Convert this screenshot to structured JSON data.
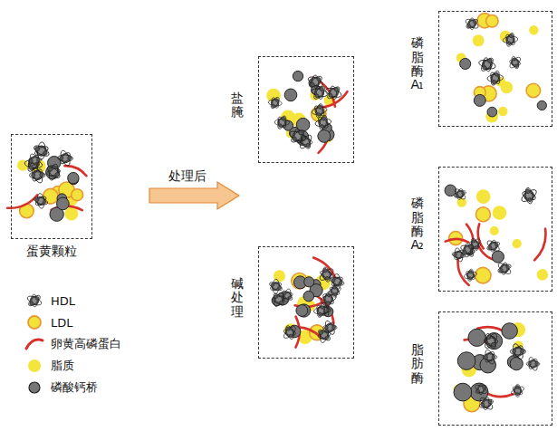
{
  "diagram": {
    "nodes": [
      {
        "text": [
          "蛋黄颗粒"
        ]
      },
      {
        "text": [
          "盐腌"
        ]
      },
      {
        "text": [
          "碱处理"
        ]
      },
      {
        "text": [
          "磷脂酶A₁"
        ]
      },
      {
        "text": [
          "磷脂酶A₂"
        ]
      },
      {
        "text": [
          "脂肪酶"
        ]
      }
    ],
    "labels": [
      "处理后"
    ],
    "legend": [
      {
        "text": "HDL"
      },
      {
        "text": "LDL",
        "color": "#f3e23a"
      },
      {
        "text": "卵黄高磷蛋白"
      },
      {
        "text": "脂质",
        "color": "#f5e43c"
      },
      {
        "text": "磷酸钙桥",
        "color": "#767676"
      }
    ]
  }
}
